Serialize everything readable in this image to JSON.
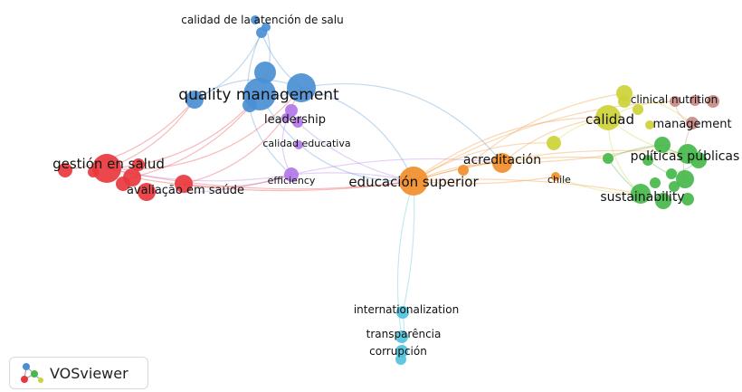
{
  "brand": {
    "name": "VOSviewer",
    "icon": "vosviewer-logo-icon"
  },
  "clusters": {
    "red": "#e8383d",
    "blue": "#4a8fd4",
    "purple": "#b277e8",
    "orange": "#f28e2b",
    "yellow": "#cdd33a",
    "green": "#46b84b",
    "pink": "#c98a84",
    "cyan": "#51c3db"
  },
  "labels": [
    {
      "text": "calidad de la atención de salu",
      "cluster": "blue"
    },
    {
      "text": "quality management",
      "cluster": "blue"
    },
    {
      "text": "leadership",
      "cluster": "purple"
    },
    {
      "text": "calidad educativa",
      "cluster": "purple"
    },
    {
      "text": "efficiency",
      "cluster": "purple"
    },
    {
      "text": "gestión en salud",
      "cluster": "red"
    },
    {
      "text": "avaliação em saúde",
      "cluster": "red"
    },
    {
      "text": "educación superior",
      "cluster": "orange"
    },
    {
      "text": "acreditación",
      "cluster": "orange"
    },
    {
      "text": "chile",
      "cluster": "orange"
    },
    {
      "text": "calidad",
      "cluster": "yellow"
    },
    {
      "text": "clinical nutrition",
      "cluster": "pink"
    },
    {
      "text": "management",
      "cluster": "pink"
    },
    {
      "text": "políticas públicas",
      "cluster": "green"
    },
    {
      "text": "sustainability",
      "cluster": "green"
    },
    {
      "text": "internationalization",
      "cluster": "cyan"
    },
    {
      "text": "transparência",
      "cluster": "cyan"
    },
    {
      "text": "corrupción",
      "cluster": "cyan"
    }
  ]
}
